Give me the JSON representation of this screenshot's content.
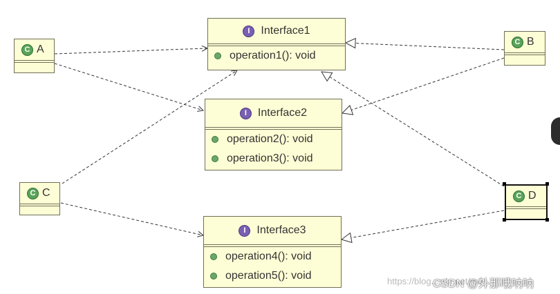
{
  "interfaces": [
    {
      "name": "Interface1",
      "operations": [
        "operation1(): void"
      ]
    },
    {
      "name": "Interface2",
      "operations": [
        "operation2(): void",
        "operation3(): void"
      ]
    },
    {
      "name": "Interface3",
      "operations": [
        "operation4(): void",
        "operation5(): void"
      ]
    }
  ],
  "classes": [
    {
      "name": "A"
    },
    {
      "name": "B"
    },
    {
      "name": "C"
    },
    {
      "name": "D"
    }
  ],
  "icons": {
    "interface": "I",
    "class": "C"
  },
  "relations": [
    {
      "from": "A",
      "to": "Interface1",
      "type": "dependency"
    },
    {
      "from": "A",
      "to": "Interface2",
      "type": "dependency"
    },
    {
      "from": "C",
      "to": "Interface1",
      "type": "dependency"
    },
    {
      "from": "C",
      "to": "Interface3",
      "type": "dependency"
    },
    {
      "from": "B",
      "to": "Interface1",
      "type": "realization"
    },
    {
      "from": "B",
      "to": "Interface2",
      "type": "realization"
    },
    {
      "from": "D",
      "to": "Interface1",
      "type": "realization"
    },
    {
      "from": "D",
      "to": "Interface3",
      "type": "realization"
    }
  ],
  "watermark": {
    "url": "https://blog.csdn.net/m0_...",
    "text": "CSDN @外那哦呐呐"
  },
  "colors": {
    "box_fill": "#fefed6",
    "interface_icon": "#7a5fb3",
    "class_icon": "#5aa45a",
    "operation_dot": "#6aa86a"
  }
}
